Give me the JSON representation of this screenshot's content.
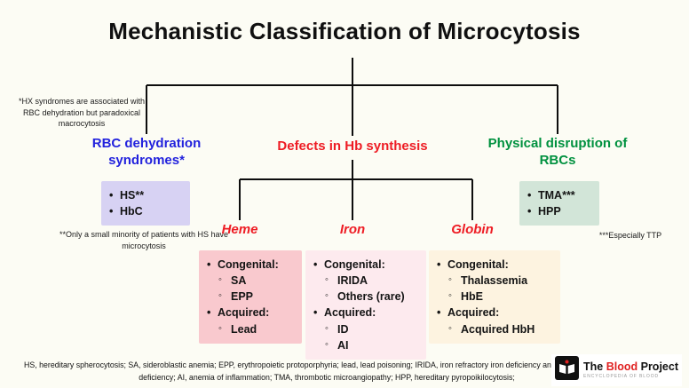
{
  "title": "Mechanistic Classification of Microcytosis",
  "notes": {
    "hx": "*HX syndromes are associated with RBC dehydration but paradoxical macrocytosis",
    "hs": "**Only a small minority of patients with HS have microcytosis",
    "ttp": "***Especially TTP"
  },
  "branches": {
    "rbc": {
      "label": "RBC dehydration syndromes*",
      "items": [
        "HS**",
        "HbC"
      ]
    },
    "defects": {
      "label": "Defects in Hb synthesis",
      "children": {
        "heme": {
          "label": "Heme",
          "items": [
            "Congenital:",
            "SA",
            "EPP",
            "Acquired:",
            "Lead"
          ]
        },
        "iron": {
          "label": "Iron",
          "items": [
            "Congenital:",
            "IRIDA",
            "Others (rare)",
            "Acquired:",
            "ID",
            "AI"
          ]
        },
        "globin": {
          "label": "Globin",
          "items": [
            "Congenital:",
            "Thalassemia",
            "HbE",
            "Acquired:",
            "Acquired HbH"
          ]
        }
      }
    },
    "physical": {
      "label": "Physical disruption of RBCs",
      "items": [
        "TMA***",
        "HPP"
      ]
    }
  },
  "footnote": "HS, hereditary spherocytosis; SA, sideroblastic anemia; EPP, erythropoietic protoporphyria; lead, lead poisoning; IRIDA, iron refractory iron deficiency anemia; ID, absolute iron deficiency; AI, anemia of inflammation; TMA, thrombotic microangiopathy; HPP, hereditary pyropoikilocytosis;",
  "logo": {
    "the": "The",
    "blood": "Blood",
    "project": "Project",
    "tagline": "ENCYCLOPEDIA OF BLOOD"
  },
  "colors": {
    "blue_branch": "#2222dd",
    "red_branch": "#ee1c24",
    "green_branch": "#00913f",
    "rbc_box_bg": "#d7d2f3",
    "physical_box_bg": "#d2e5d8",
    "heme_box_bg": "#f9c9ce",
    "iron_box_bg": "#fdeaee",
    "globin_box_bg": "#fdf3e0"
  }
}
